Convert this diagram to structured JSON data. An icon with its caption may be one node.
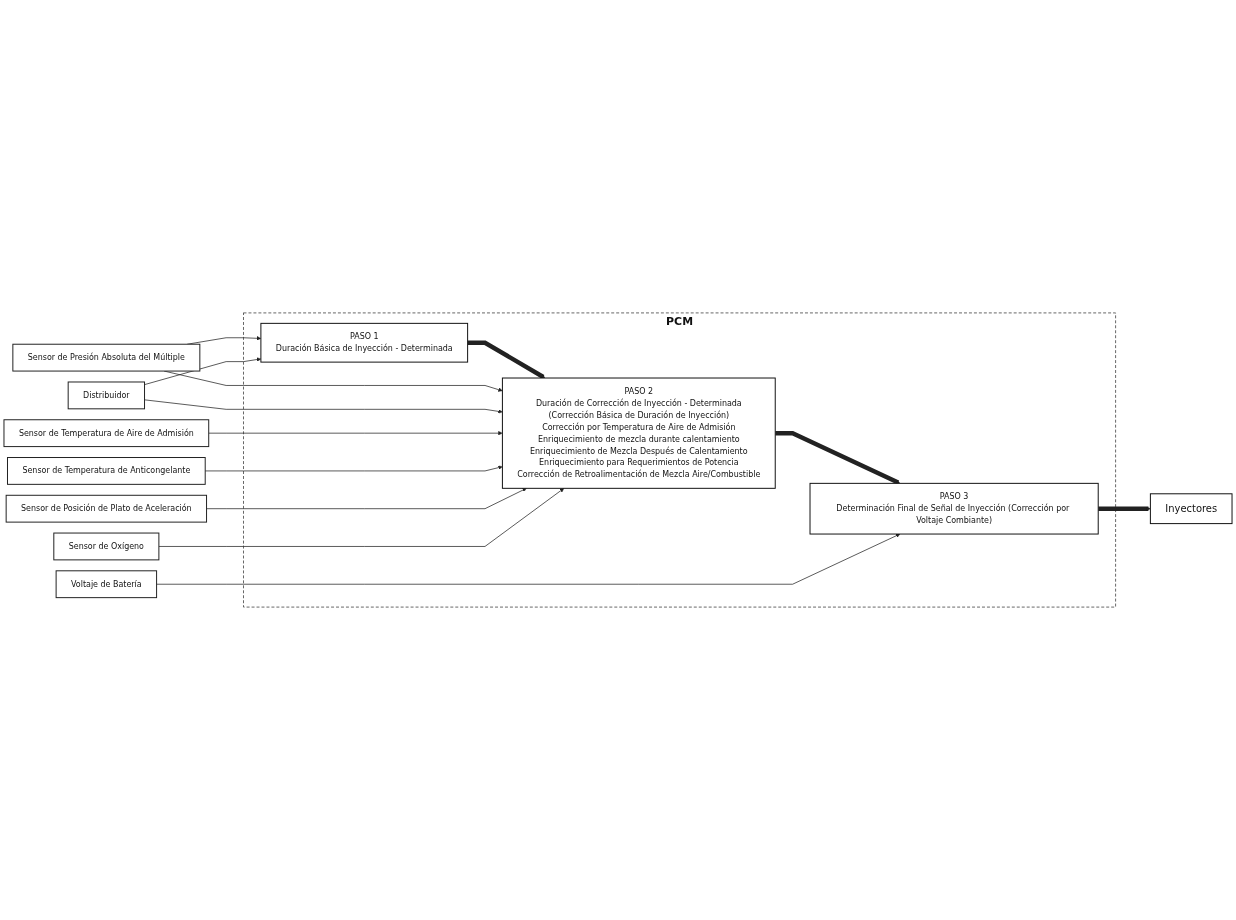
{
  "diagram": {
    "nodes": [
      {
        "text": [
          "PCM"
        ]
      },
      {
        "text": [
          "PASO 1",
          "Duración Básica de Inyección - Determinada"
        ],
        "in": 0
      },
      {
        "text": [
          "PASO 2",
          "Duración de Corrección de Inyección - Determinada",
          "(Corrección Básica de Duración de Inyección)",
          "Corrección por Temperatura de Aire de Admisión",
          "Enriquecimiento de mezcla durante calentamiento",
          "Enriquecimiento de Mezcla Después de Calentamiento",
          "Enriquecimiento para Requerimientos de Potencia",
          "Corrección de Retroalimentación de Mezcla Aire/Combustible"
        ],
        "in": 0
      },
      {
        "text": [
          "PASO 3",
          "Determinación Final de Señal de Inyección (Corrección por Voltaje Combiante)"
        ],
        "in": 0
      },
      {
        "text": [
          "Sensor de Presión Absoluta del Múltiple"
        ]
      },
      {
        "text": [
          "Distribuidor"
        ]
      },
      {
        "text": [
          "Sensor de Temperatura de Aire de Admisión"
        ]
      },
      {
        "text": [
          "Sensor de Temperatura de Anticongelante"
        ]
      },
      {
        "text": [
          "Sensor de Posición de Plato de Aceleración"
        ]
      },
      {
        "text": [
          "Sensor de Oxígeno"
        ]
      },
      {
        "text": [
          "Voltaje de Batería"
        ]
      },
      {
        "text": [
          "Inyectores"
        ]
      }
    ],
    "edges": [
      {
        "from": 4,
        "to": 1,
        "arrow": "to"
      },
      {
        "from": 5,
        "to": 1,
        "arrow": "to"
      },
      {
        "from": 1,
        "to": 2,
        "arrow": "to",
        "style": "thick"
      },
      {
        "from": 4,
        "to": 2,
        "arrow": "to"
      },
      {
        "from": 5,
        "to": 2,
        "arrow": "to"
      },
      {
        "from": 6,
        "to": 2,
        "arrow": "to"
      },
      {
        "from": 7,
        "to": 2,
        "arrow": "to"
      },
      {
        "from": 8,
        "to": 2,
        "arrow": "to"
      },
      {
        "from": 9,
        "to": 2,
        "arrow": "to"
      },
      {
        "from": 2,
        "to": 3,
        "arrow": "to",
        "style": "thick"
      },
      {
        "from": 10,
        "to": 3,
        "arrow": "to"
      },
      {
        "from": 3,
        "to": 11,
        "arrow": "to",
        "style": "thick"
      }
    ]
  }
}
